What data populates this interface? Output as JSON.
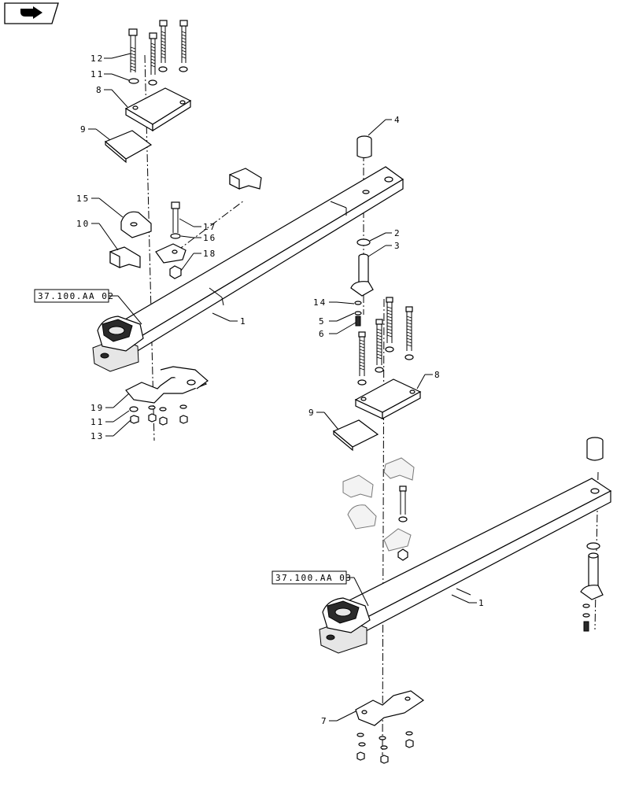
{
  "nav": {
    "icon": "nav-arrow-icon"
  },
  "refs": {
    "ref_top": "37.100.AA 02",
    "ref_bottom": "37.100.AA 03"
  },
  "callouts": {
    "c12": "12",
    "c11a": "11",
    "c8a": "8",
    "c9a": "9",
    "c15": "15",
    "c10": "10",
    "c17": "17",
    "c16": "16",
    "c18": "18",
    "c4": "4",
    "c2": "2",
    "c3": "3",
    "c14": "14",
    "c5": "5",
    "c6": "6",
    "c1a": "1",
    "c19": "19",
    "c11b": "11",
    "c13": "13",
    "c8b": "8",
    "c9b": "9",
    "c1b": "1",
    "c7": "7"
  }
}
